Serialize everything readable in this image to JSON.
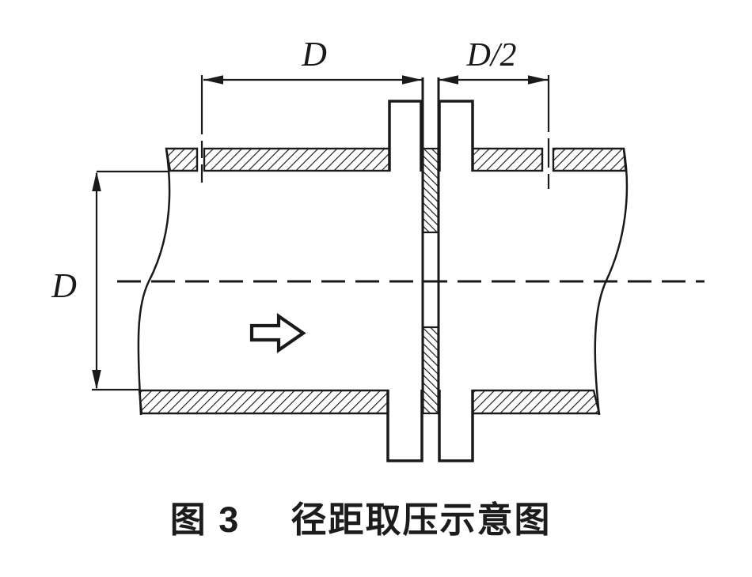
{
  "figure": {
    "caption": {
      "label": "图 3",
      "title": "径距取压示意图"
    },
    "dimensions": {
      "upstream_distance": "D",
      "downstream_distance": "D/2",
      "pipe_diameter": "D"
    },
    "colors": {
      "ink": "#1a1a1a",
      "background": "#ffffff"
    }
  }
}
